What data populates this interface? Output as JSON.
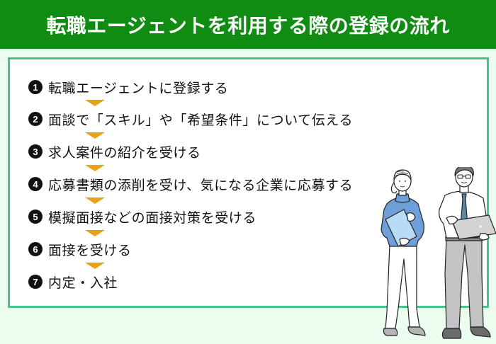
{
  "header": {
    "title": "転職エージェントを利用する際の登録の流れ",
    "background_color": "#118c13"
  },
  "flow": {
    "border_color": "#48c38b",
    "arrow_color": "#e8a218",
    "steps": [
      {
        "number": "1",
        "label": "転職エージェントに登録する"
      },
      {
        "number": "2",
        "label": "面談で「スキル」や「希望条件」について伝える"
      },
      {
        "number": "3",
        "label": "求人案件の紹介を受ける"
      },
      {
        "number": "4",
        "label": "応募書類の添削を受け、気になる企業に応募する"
      },
      {
        "number": "5",
        "label": "模擬面接などの面接対策を受ける"
      },
      {
        "number": "6",
        "label": "面接を受ける"
      },
      {
        "number": "7",
        "label": "内定・入社"
      }
    ]
  },
  "illustration": {
    "description": "woman holding clipboard and man holding laptop",
    "woman_top_color": "#6f9fd8",
    "man_pants_color": "#c4c4c4",
    "man_tie_color": "#5a8aa0"
  }
}
